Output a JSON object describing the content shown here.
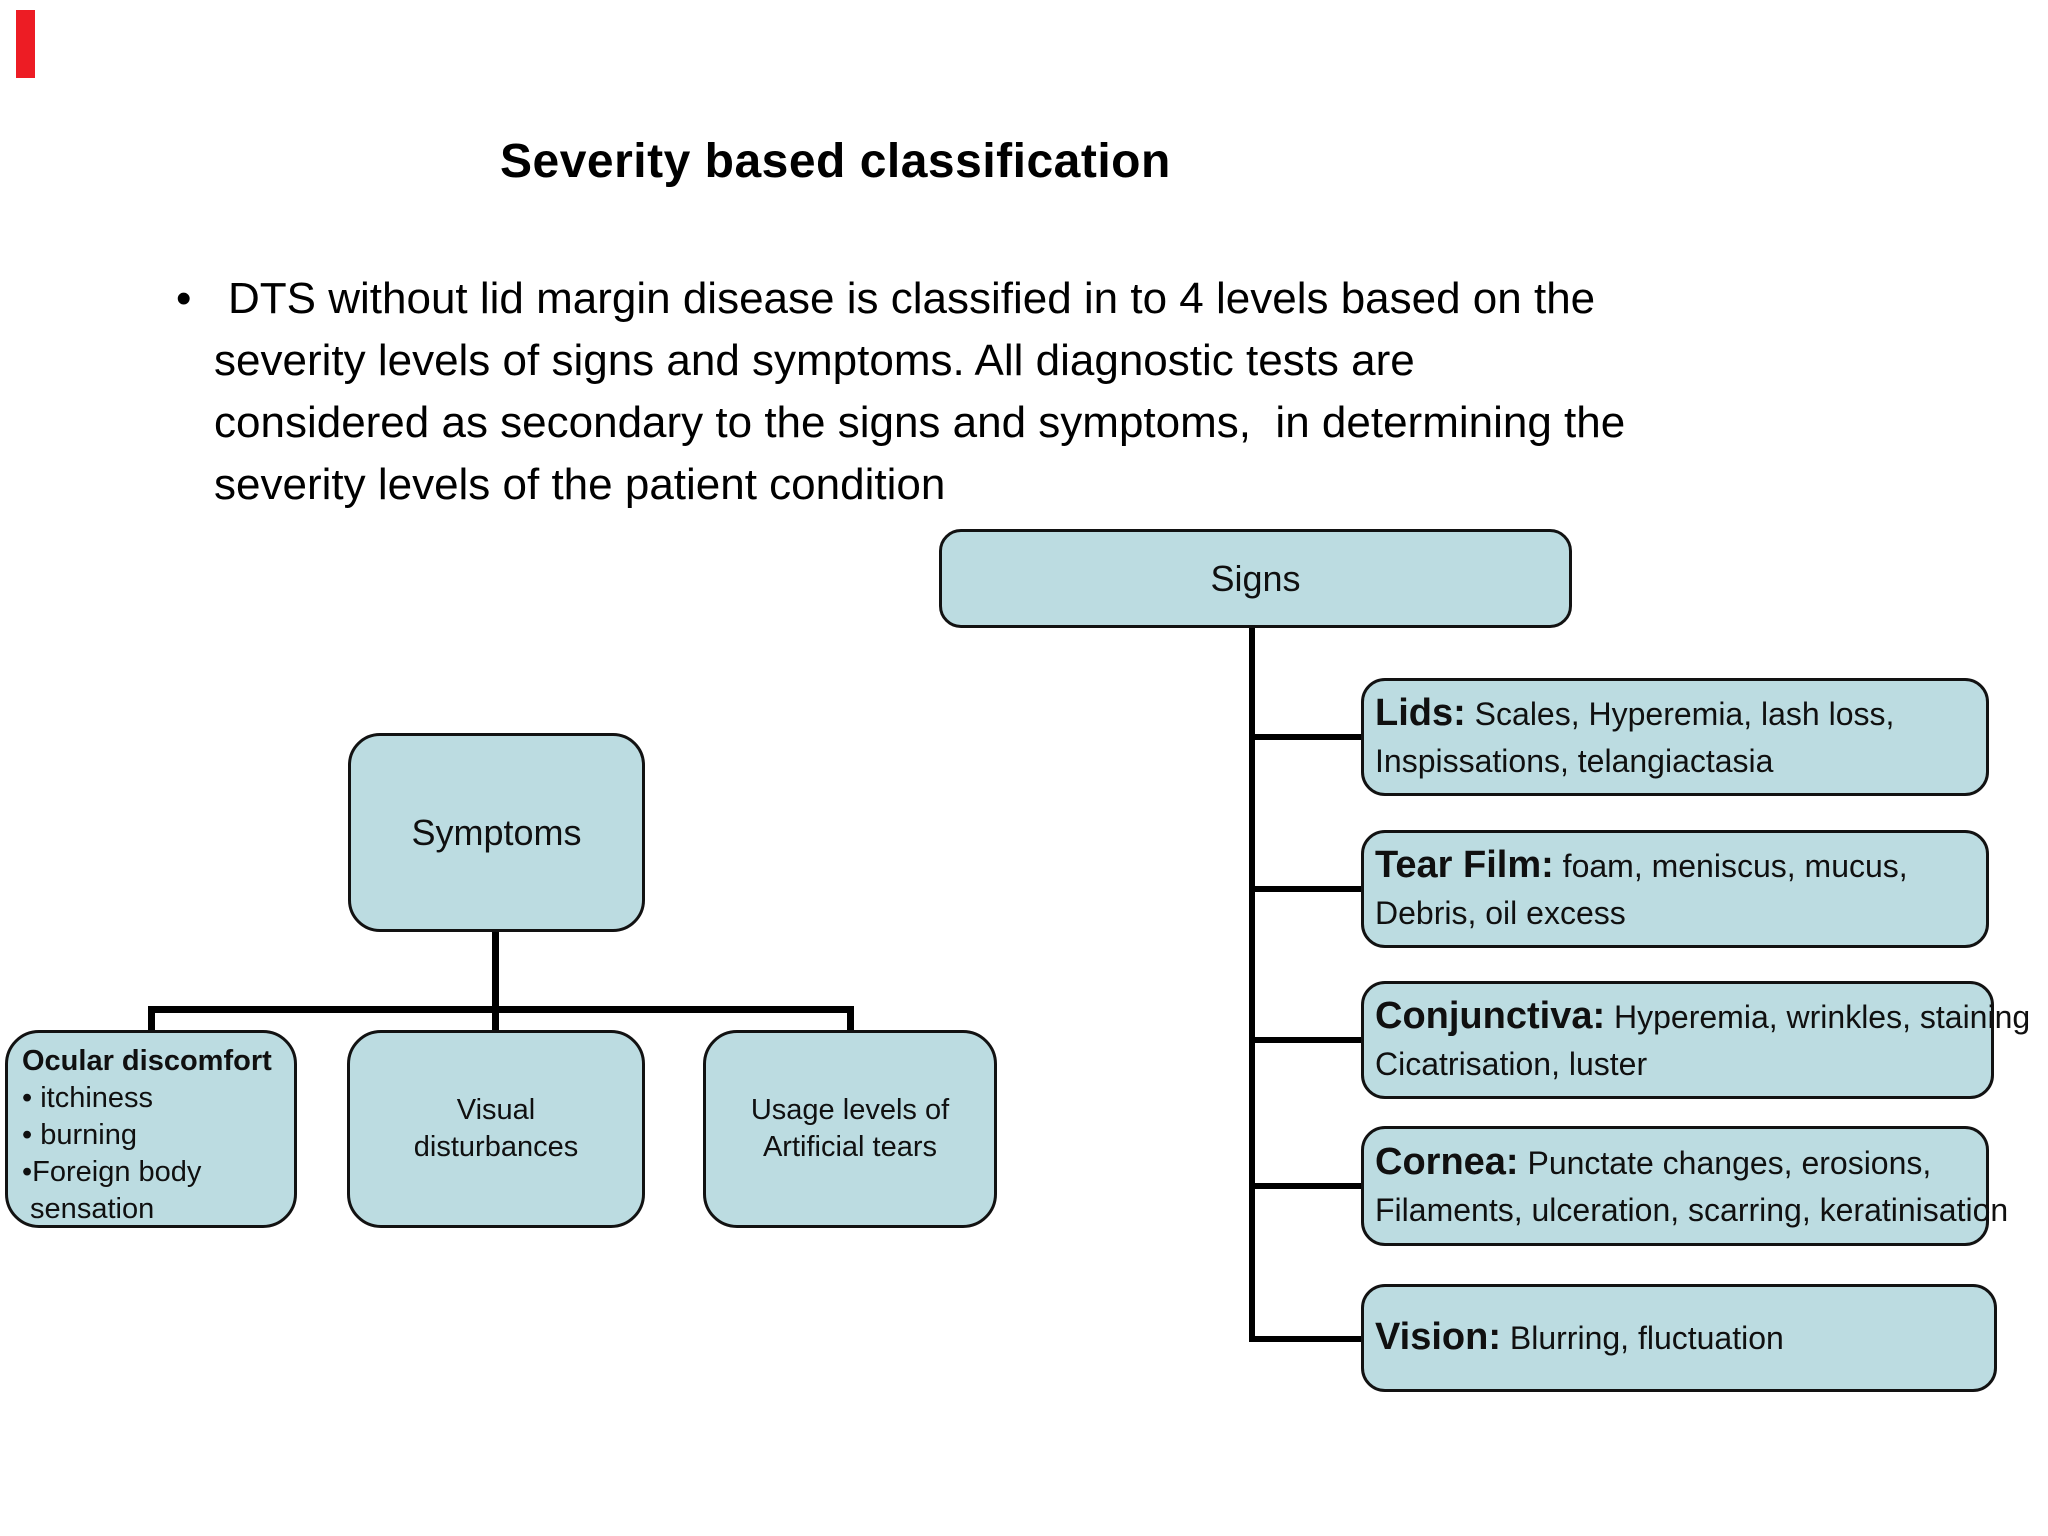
{
  "meta": {
    "background": "#ffffff",
    "accent_red": "#ed1c24",
    "box_fill": "#bcdce1",
    "box_border": "#121212",
    "connector_color": "#000000"
  },
  "title": {
    "text": "Severity based classification"
  },
  "intro": {
    "bullet_glyph": "•",
    "lines": [
      "DTS without lid margin disease is classified in to 4 levels based on the",
      "severity levels of signs and symptoms. All diagnostic tests are",
      "considered as secondary to the signs and symptoms,  in determining the",
      "severity levels of the patient condition"
    ]
  },
  "symptoms_tree": {
    "root_label": "Symptoms",
    "ocular_box": {
      "heading": "Ocular discomfort",
      "items": [
        "• itchiness",
        "• burning",
        "•Foreign body",
        " sensation"
      ]
    },
    "visual_box": {
      "line1": "Visual",
      "line2": "disturbances"
    },
    "usage_box": {
      "line1": "Usage levels of",
      "line2": "Artificial tears"
    }
  },
  "signs_tree": {
    "root_label": "Signs",
    "children": [
      {
        "label": "Lids:",
        "line1": "Scales, Hyperemia, lash loss,",
        "line2": "Inspissations, telangiactasia"
      },
      {
        "label": "Tear Film:",
        "line1": "foam, meniscus, mucus,",
        "line2": "Debris, oil excess"
      },
      {
        "label": "Conjunctiva:",
        "line1": "Hyperemia, wrinkles, staining",
        "line2": "Cicatrisation, luster"
      },
      {
        "label": "Cornea:",
        "line1": "Punctate changes, erosions,",
        "line2": "Filaments, ulceration, scarring, keratinisation"
      },
      {
        "label": "Vision:",
        "line1": "Blurring, fluctuation",
        "line2": ""
      }
    ]
  }
}
